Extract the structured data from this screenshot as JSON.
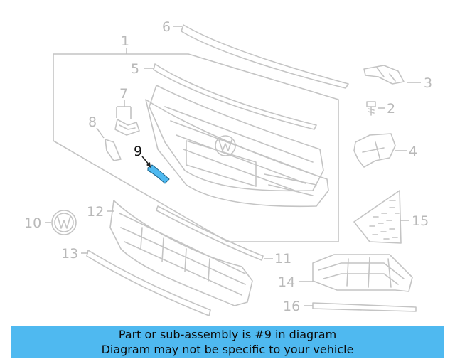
{
  "diagram": {
    "callouts": [
      "1",
      "2",
      "3",
      "4",
      "5",
      "6",
      "7",
      "8",
      "9",
      "10",
      "11",
      "12",
      "13",
      "14",
      "15",
      "16"
    ],
    "highlighted_part": "9",
    "highlight_color": "#4fb9f0",
    "line_color": "#c4c4c4"
  },
  "banner": {
    "line1": "Part or sub-assembly is #9 in diagram",
    "line2": "Diagram may not be specific to your vehicle",
    "background": "#4fb9f0"
  }
}
